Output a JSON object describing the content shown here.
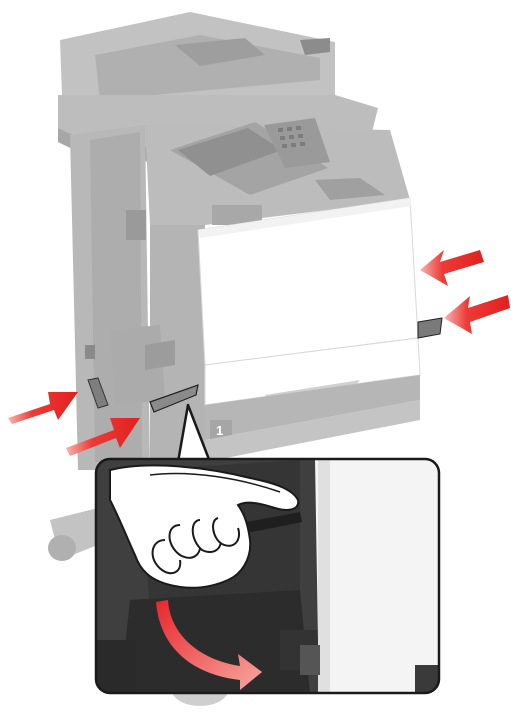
{
  "figure": {
    "tray_label": "1",
    "colors": {
      "printer_body": "#b4b4b4",
      "printer_shadow": "#9a9a9a",
      "printer_light": "#c9c9c9",
      "front_panel": "#ffffff",
      "arrow": "#e8262c",
      "arrow_highlight": "#f6a0a0",
      "callout_dark": "#3a3a3a",
      "callout_border": "#1a1a1a"
    },
    "icons": [
      "printer-illustration",
      "red-arrow",
      "zoom-callout",
      "hand-illustration",
      "curved-arrow"
    ]
  }
}
